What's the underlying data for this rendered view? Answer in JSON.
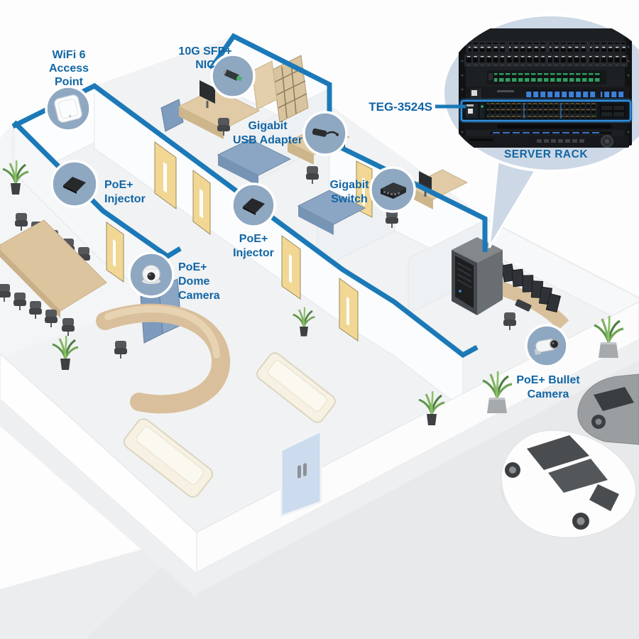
{
  "diagram_type": "network-installation-floorplan",
  "colors": {
    "network_line": "#1b79b8",
    "label_text": "#1266a5",
    "callout_fill": "#8fa8c2",
    "bubble_fill": "#ccd8e5"
  },
  "callouts": [
    {
      "id": "wifi6-access-point",
      "lines": [
        "WiFi 6",
        "Access",
        "Point"
      ]
    },
    {
      "id": "10g-sfp-nic",
      "lines": [
        "10G SFP+",
        "NIC"
      ]
    },
    {
      "id": "gigabit-usb-adapter",
      "lines": [
        "Gigabit",
        "USB Adapter"
      ]
    },
    {
      "id": "gigabit-switch",
      "lines": [
        "Gigabit",
        "Switch"
      ]
    },
    {
      "id": "poe-injector-left",
      "lines": [
        "PoE+",
        "Injector"
      ]
    },
    {
      "id": "poe-injector-right",
      "lines": [
        "PoE+",
        "Injector"
      ]
    },
    {
      "id": "poe-dome-camera",
      "lines": [
        "PoE+",
        "Dome",
        "Camera"
      ]
    },
    {
      "id": "poe-bullet-camera",
      "lines": [
        "PoE+ Bullet",
        "Camera"
      ]
    }
  ],
  "rack": {
    "model_label": "TEG-3524S",
    "caption": "SERVER RACK"
  }
}
